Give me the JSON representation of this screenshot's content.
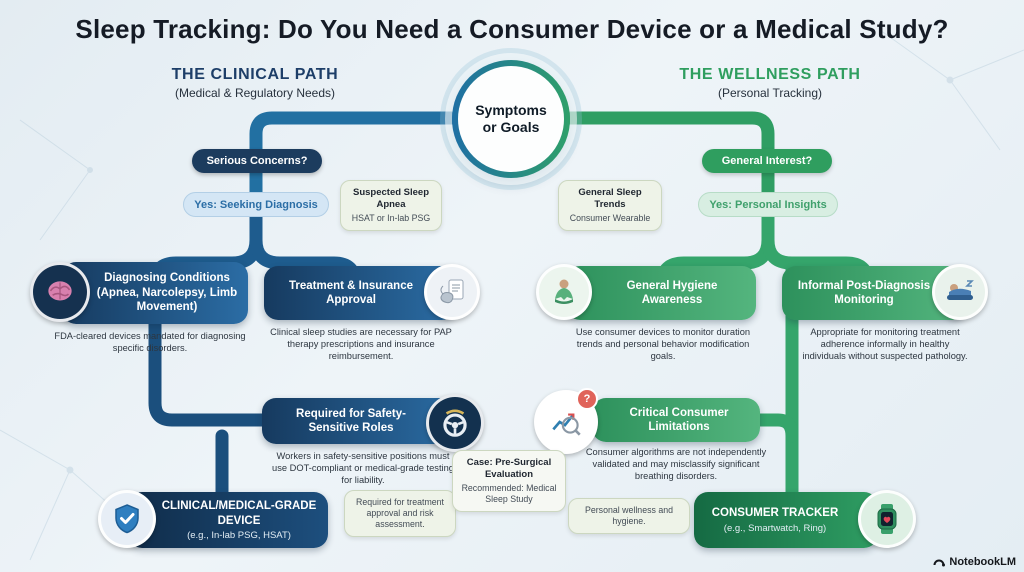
{
  "title": "Sleep Tracking: Do You Need a Consumer Device or a Medical Study?",
  "center": {
    "label": "Symptoms or Goals"
  },
  "clinical": {
    "header": "THE CLINICAL PATH",
    "subheader": "(Medical & Regulatory Needs)",
    "question_pill": "Serious Concerns?",
    "answer_pill": "Yes: Seeking Diagnosis",
    "note": {
      "title": "Suspected Sleep Apnea",
      "body": "HSAT or In-lab PSG"
    },
    "diagnosing": {
      "title": "Diagnosing Conditions (Apnea, Narcolepsy, Limb Movement)",
      "caption": "FDA-cleared devices mandated for diagnosing specific disorders."
    },
    "treatment": {
      "title": "Treatment & Insurance Approval",
      "caption": "Clinical sleep studies are necessary for PAP therapy prescriptions and insurance reimbursement."
    },
    "safety": {
      "title": "Required for Safety-Sensitive Roles",
      "caption": "Workers in safety-sensitive positions must use DOT-compliant or medical-grade testing for liability."
    },
    "approval_note": "Required for treatment approval and risk assessment.",
    "case_note": {
      "title": "Case: Pre-Surgical Evaluation",
      "body": "Recommended: Medical Sleep Study"
    },
    "device": {
      "title": "CLINICAL/MEDICAL-GRADE DEVICE",
      "subtitle": "(e.g., In-lab PSG, HSAT)"
    }
  },
  "wellness": {
    "header": "THE WELLNESS PATH",
    "subheader": "(Personal Tracking)",
    "question_pill": "General Interest?",
    "answer_pill": "Yes: Personal Insights",
    "note": {
      "title": "General Sleep Trends",
      "body": "Consumer Wearable"
    },
    "hygiene": {
      "title": "General Hygiene Awareness",
      "caption": "Use consumer devices to monitor duration trends and personal behavior modification goals."
    },
    "monitoring": {
      "title": "Informal Post-Diagnosis Monitoring",
      "caption": "Appropriate for monitoring treatment adherence informally in healthy individuals without suspected pathology."
    },
    "limitations": {
      "title": "Critical Consumer Limitations",
      "caption": "Consumer algorithms are not independently validated and may misclassify significant breathing disorders.",
      "badge": "?"
    },
    "wellness_note": "Personal wellness and hygiene.",
    "tracker": {
      "title": "CONSUMER TRACKER",
      "subtitle": "(e.g., Smartwatch, Ring)"
    }
  },
  "footer": {
    "brand": "NotebookLM"
  },
  "colors": {
    "clinical_navy": "#16395c",
    "clinical_blue": "#2b6da5",
    "wellness_green": "#2f9e63",
    "wellness_light": "#54b57e",
    "bubble_bg": "#eef3e8",
    "background": "#e8f0f5"
  }
}
